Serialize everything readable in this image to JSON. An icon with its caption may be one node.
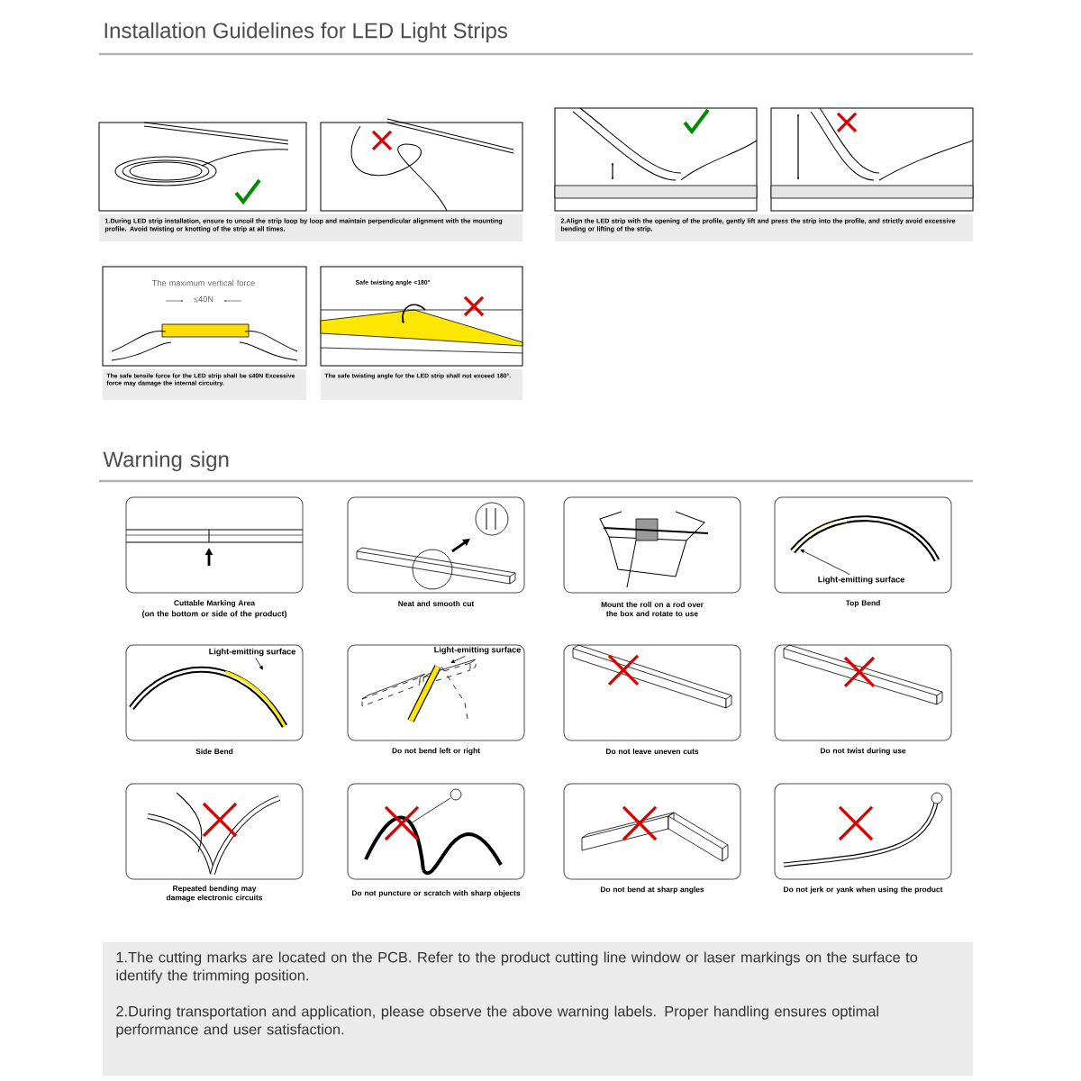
{
  "diagram": {
    "title": "Installation Guidelines for LED Light Strips",
    "nodes": [
      {
        "text": [
          "Light-emitting surface"
        ]
      },
      {
        "text": [
          "Light-emitting surface"
        ]
      },
      {
        "text": [
          "Light-emitting surface"
        ]
      }
    ],
    "edges": [
      {
        "from": 0,
        "to": null,
        "arrow": "to"
      },
      {
        "from": 1,
        "to": null,
        "arrow": "to"
      },
      {
        "from": 2,
        "to": null,
        "arrow": "to"
      }
    ],
    "labels": [
      "1.During LED strip installation, ensure to uncoil the strip loop by loop and maintain perpendicular alignment with the mounting profile.  Avoid twisting or knotting of the strip at all times.",
      "2.Align the LED strip with the opening of the profile, gently lift and press the strip into the profile, and strictly avoid excessive bending or lifting of the strip.",
      "The maximum vertical force",
      "≤40N",
      "Safe twisting angle <180°",
      "The safe tensile force for the LED strip shall be ≤40N Excessive force may damage the internal circuitry.",
      "The safe twisting angle for the LED strip shall not exceed 180°.",
      "Warning sign",
      "Cuttable Marking Area",
      "(on the bottom or side of the product)",
      "Neat and smooth cut",
      "Mount the roll on a rod over the box and rotate to use",
      "Top Bend",
      "Side Bend",
      "Do not bend left or right",
      "Do not leave uneven cuts",
      "Do not twist during use",
      "Repeated bending may damage electronic circuits",
      "Do not puncture or scratch with sharp objects",
      "Do not bend at sharp angles",
      "Do not jerk or yank when using the product",
      "1.The cutting marks are located on the PCB. Refer to the product cutting line window or laser markings on the surface to identify the trimming position.",
      "2.During transportation and application, please observe the above warning labels. Proper handling ensures optimal performance and user satisfaction."
    ]
  }
}
